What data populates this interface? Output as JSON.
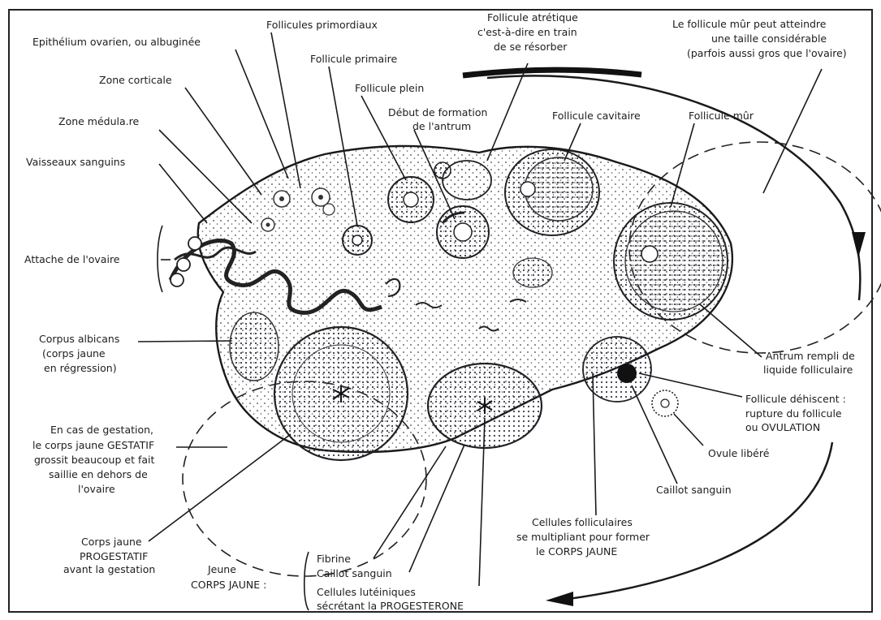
{
  "labels": {
    "epithelium": "Epithélium ovarien, ou albuginée",
    "zone_corticale": "Zone corticale",
    "zone_medullaire": "Zone médula.re",
    "vaisseaux": "Vaisseaux sanguins",
    "attache": "Attache de l'ovaire",
    "corpus_albicans": [
      "Corpus albicans",
      "(corps jaune",
      "en régression)"
    ],
    "gestation": [
      "En cas de gestation,",
      "le corps jaune GESTATIF",
      "grossit beaucoup et fait",
      "saillie en dehors de",
      "l'ovaire"
    ],
    "corps_jaune_progestatif": [
      "Corps jaune",
      "PROGESTATIF",
      "avant la gestation"
    ],
    "jeune_corps_jaune": [
      "Jeune",
      "CORPS JAUNE :"
    ],
    "fibrine": "Fibrine",
    "caillot_sanguin_1": "Caillot sanguin",
    "cellules_luteiniques": [
      "Cellules lutéiniques",
      "sécrétant la PROGESTERONE"
    ],
    "follicules_primordiaux": "Follicules primordiaux",
    "follicule_primaire": "Follicule primaire",
    "follicule_plein": "Follicule plein",
    "debut_antrum": [
      "Début de formation",
      "de l'antrum"
    ],
    "follicule_atretique": [
      "Follicule atrétique",
      "c'est-à-dire en train",
      "de se résorber"
    ],
    "follicule_cavitaire": "Follicule cavitaire",
    "follicule_mur": "Follicule mûr",
    "follicule_mur_taille": [
      "Le follicule mûr peut atteindre",
      "une taille considérable",
      "(parfois aussi gros que l'ovaire)"
    ],
    "antrum_rempli": [
      "Antrum rempli de",
      "liquide folliculaire"
    ],
    "follicule_dehiscent": [
      "Follicule déhiscent :",
      "rupture du follicule",
      "ou OVULATION"
    ],
    "ovule_libere": "Ovule libéré",
    "caillot_sanguin_2": "Caillot sanguin",
    "cellules_folliculaires": [
      "Cellules folliculaires",
      "se multipliant pour former",
      "le CORPS JAUNE"
    ]
  }
}
